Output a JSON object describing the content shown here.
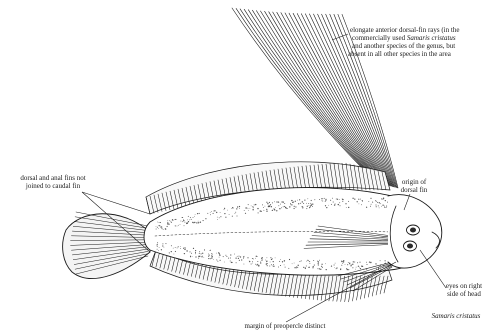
{
  "labels": {
    "rays": {
      "line1": "elongate anterior dorsal-fin rays (in the",
      "line2_pre": "commercially used ",
      "line2_species": "Samaris cristatus",
      "line3": "and another species of the genus, but",
      "line4": "absent in all other species in the area"
    },
    "fins_not_joined": {
      "line1": "dorsal and anal fins not",
      "line2": "joined to caudal fin"
    },
    "origin_dorsal": {
      "line1": "origin of",
      "line2": "dorsal fin"
    },
    "eyes": {
      "line1": "eyes on right",
      "line2": "side of head"
    },
    "preopercle": "margin of preopercle distinct",
    "species": "Samaris cristatus"
  },
  "colors": {
    "ink": "#1a1a1a",
    "background": "#ffffff"
  }
}
